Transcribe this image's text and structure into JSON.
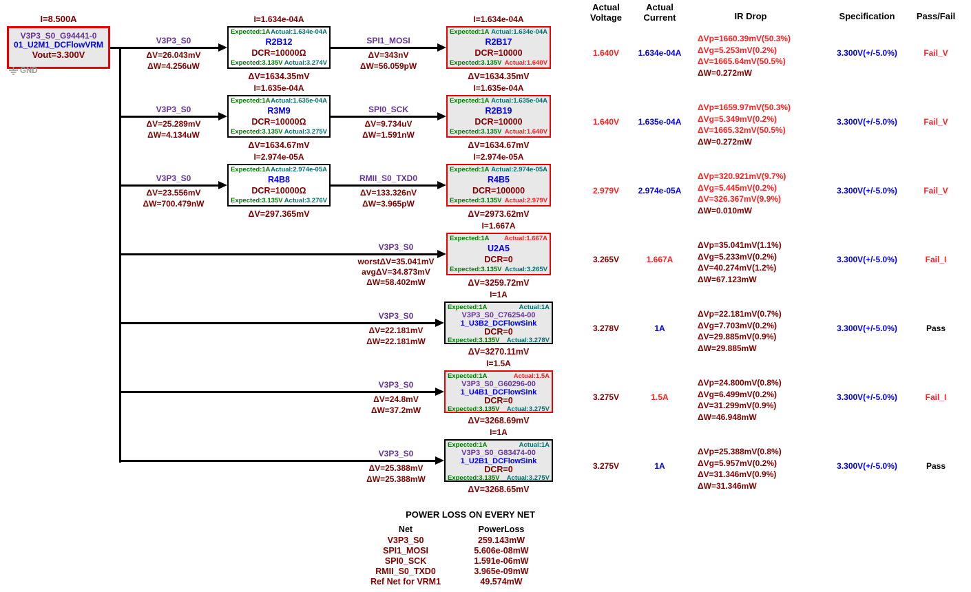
{
  "palette": {
    "maroon": "#800000",
    "red": "#ff2020",
    "borderred": "#ee0000",
    "blue": "#0000ee",
    "purple": "#663399",
    "green": "#007700",
    "teal": "#007070",
    "boxbg": "#e8e8e8",
    "gray": "#999999"
  },
  "vrm": {
    "current": "I=8.500A",
    "name1": "V3P3_S0_G94441-0",
    "name2": "01_U2M1_DCFlowVRM",
    "vout": "Vout=3.300V",
    "gnd_label": "GND"
  },
  "columns": {
    "voltage": "Actual\nVoltage",
    "current": "Actual\nCurrent",
    "ir": "IR Drop",
    "spec": "Specification",
    "passfail": "Pass/Fail"
  },
  "rows": [
    {
      "seg1": {
        "net": "V3P3_S0",
        "lines": [
          "ΔV=26.043mV",
          "ΔW=4.256uW"
        ]
      },
      "mid": {
        "i": "I=1.634e-04A",
        "exp_i": "Expected:1A",
        "act_i": "Actual:1.634e-04A",
        "act_i_c": "teal",
        "name": "R2B12",
        "dcr": "DCR=10000Ω",
        "exp_v": "Expected:3.135V",
        "act_v": "Actual:3.274V",
        "act_v_c": "teal",
        "dv": "ΔV=1634.35mV",
        "border_c": "b-black"
      },
      "seg2": {
        "net": "SPI1_MOSI",
        "lines": [
          "ΔV=343nV",
          "ΔW=56.059pW"
        ]
      },
      "end": {
        "i": "I=1.634e-04A",
        "exp_i": "Expected:1A",
        "act_i": "Actual:1.634e-04A",
        "act_i_c": "teal",
        "name": "R2B17",
        "dcr": "DCR=10000",
        "exp_v": "Expected:3.135V",
        "act_v": "Actual:1.640V",
        "act_v_c": "red",
        "dv": "ΔV=1634.35mV",
        "border_c": "b-red"
      },
      "report": {
        "voltage": "1.640V",
        "voltage_c": "red",
        "current": "1.634e-04A",
        "current_c": "blue",
        "ir": [
          {
            "t": "ΔVp=1660.39mV(50.3%)",
            "c": "red"
          },
          {
            "t": "ΔVg=5.253mV(0.2%)",
            "c": "red"
          },
          {
            "t": "ΔV=1665.64mV(50.5%)",
            "c": "red"
          },
          {
            "t": "ΔW=0.272mW",
            "c": "maroon"
          }
        ],
        "spec": "3.300V(+/-5.0%)",
        "result": "Fail_V",
        "result_c": "red"
      }
    },
    {
      "seg1": {
        "net": "V3P3_S0",
        "lines": [
          "ΔV=25.289mV",
          "ΔW=4.134uW"
        ]
      },
      "mid": {
        "i": "I=1.635e-04A",
        "exp_i": "Expected:1A",
        "act_i": "Actual:1.635e-04A",
        "act_i_c": "teal",
        "name": "R3M9",
        "dcr": "DCR=10000Ω",
        "exp_v": "Expected:3.135V",
        "act_v": "Actual:3.275V",
        "act_v_c": "teal",
        "dv": "ΔV=1634.67mV",
        "border_c": "b-black"
      },
      "seg2": {
        "net": "SPI0_SCK",
        "lines": [
          "ΔV=9.734uV",
          "ΔW=1.591nW"
        ]
      },
      "end": {
        "i": "I=1.635e-04A",
        "exp_i": "Expected:1A",
        "act_i": "Actual:1.635e-04A",
        "act_i_c": "teal",
        "name": "R2B19",
        "dcr": "DCR=10000",
        "exp_v": "Expected:3.135V",
        "act_v": "Actual:1.640V",
        "act_v_c": "red",
        "dv": "ΔV=1634.67mV",
        "border_c": "b-red"
      },
      "report": {
        "voltage": "1.640V",
        "voltage_c": "red",
        "current": "1.635e-04A",
        "current_c": "blue",
        "ir": [
          {
            "t": "ΔVp=1659.97mV(50.3%)",
            "c": "red"
          },
          {
            "t": "ΔVg=5.349mV(0.2%)",
            "c": "red"
          },
          {
            "t": "ΔV=1665.32mV(50.5%)",
            "c": "red"
          },
          {
            "t": "ΔW=0.272mW",
            "c": "maroon"
          }
        ],
        "spec": "3.300V(+/-5.0%)",
        "result": "Fail_V",
        "result_c": "red"
      }
    },
    {
      "seg1": {
        "net": "V3P3_S0",
        "lines": [
          "ΔV=23.556mV",
          "ΔW=700.479nW"
        ]
      },
      "mid": {
        "i": "I=2.974e-05A",
        "exp_i": "Expected:1A",
        "act_i": "Actual:2.974e-05A",
        "act_i_c": "teal",
        "name": "R4B8",
        "dcr": "DCR=10000Ω",
        "exp_v": "Expected:3.135V",
        "act_v": "Actual:3.276V",
        "act_v_c": "teal",
        "dv": "ΔV=297.365mV",
        "border_c": "b-black"
      },
      "seg2": {
        "net": "RMII_S0_TXD0",
        "lines": [
          "ΔV=133.326nV",
          "ΔW=3.965pW"
        ]
      },
      "end": {
        "i": "I=2.974e-05A",
        "exp_i": "Expected:1A",
        "act_i": "Actual:2.974e-05A",
        "act_i_c": "teal",
        "name": "R4B5",
        "dcr": "DCR=100000",
        "exp_v": "Expected:3.135V",
        "act_v": "Actual:2.979V",
        "act_v_c": "red",
        "dv": "ΔV=2973.62mV",
        "border_c": "b-red"
      },
      "report": {
        "voltage": "2.979V",
        "voltage_c": "red",
        "current": "2.974e-05A",
        "current_c": "blue",
        "ir": [
          {
            "t": "ΔVp=320.921mV(9.7%)",
            "c": "red"
          },
          {
            "t": "ΔVg=5.445mV(0.2%)",
            "c": "red"
          },
          {
            "t": "ΔV=326.367mV(9.9%)",
            "c": "red"
          },
          {
            "t": "ΔW=0.010mW",
            "c": "maroon"
          }
        ],
        "spec": "3.300V(+/-5.0%)",
        "result": "Fail_V",
        "result_c": "red"
      }
    },
    {
      "seg": {
        "net": "V3P3_S0",
        "lines": [
          "worstΔV=35.041mV",
          "avgΔV=34.873mV",
          "ΔW=58.402mW"
        ]
      },
      "end": {
        "i": "I=1.667A",
        "exp_i": "Expected:1A",
        "act_i": "Actual:1.667A",
        "act_i_c": "red",
        "name": "U2A5",
        "dcr": "DCR=0",
        "exp_v": "Expected:3.135V",
        "act_v": "Actual:3.265V",
        "act_v_c": "teal",
        "dv": "ΔV=3259.72mV",
        "border_c": "b-red"
      },
      "report": {
        "voltage": "3.265V",
        "voltage_c": "maroon",
        "current": "1.667A",
        "current_c": "red",
        "ir": [
          {
            "t": "ΔVp=35.041mV(1.1%)",
            "c": "maroon"
          },
          {
            "t": "ΔVg=5.233mV(0.2%)",
            "c": "maroon"
          },
          {
            "t": "ΔV=40.274mV(1.2%)",
            "c": "maroon"
          },
          {
            "t": "ΔW=67.123mW",
            "c": "maroon"
          }
        ],
        "spec": "3.300V(+/-5.0%)",
        "result": "Fail_I",
        "result_c": "red"
      }
    },
    {
      "seg": {
        "net": "V3P3_S0",
        "lines": [
          "ΔV=22.181mV",
          "ΔW=22.181mW"
        ]
      },
      "end": {
        "i": "I=1A",
        "exp_i": "Expected:1A",
        "act_i": "Actual:1A",
        "act_i_c": "teal",
        "name1": "V3P3_S0_C76254-00",
        "name2": "1_U3B2_DCFlowSink",
        "dcr": "DCR=0",
        "exp_v": "Expected:3.135V",
        "act_v": "Actual:3.278V",
        "act_v_c": "teal",
        "dv": "ΔV=3270.11mV",
        "border_c": "b-black"
      },
      "report": {
        "voltage": "3.278V",
        "voltage_c": "maroon",
        "current": "1A",
        "current_c": "blue",
        "ir": [
          {
            "t": "ΔVp=22.181mV(0.7%)",
            "c": "maroon"
          },
          {
            "t": "ΔVg=7.703mV(0.2%)",
            "c": "maroon"
          },
          {
            "t": "ΔV=29.885mV(0.9%)",
            "c": "maroon"
          },
          {
            "t": "ΔW=29.885mW",
            "c": "maroon"
          }
        ],
        "spec": "3.300V(+/-5.0%)",
        "result": "Pass",
        "result_c": "blk"
      }
    },
    {
      "seg": {
        "net": "V3P3_S0",
        "lines": [
          "ΔV=24.8mV",
          "ΔW=37.2mW"
        ]
      },
      "end": {
        "i": "I=1.5A",
        "exp_i": "Expected:1A",
        "act_i": "Actual:1.5A",
        "act_i_c": "red",
        "name1": "V3P3_S0_G60296-00",
        "name2": "1_U4B1_DCFlowSink",
        "dcr": "DCR=0",
        "exp_v": "Expected:3.135V",
        "act_v": "Actual:3.275V",
        "act_v_c": "teal",
        "dv": "ΔV=3268.69mV",
        "border_c": "b-red"
      },
      "report": {
        "voltage": "3.275V",
        "voltage_c": "maroon",
        "current": "1.5A",
        "current_c": "red",
        "ir": [
          {
            "t": "ΔVp=24.800mV(0.8%)",
            "c": "maroon"
          },
          {
            "t": "ΔVg=6.499mV(0.2%)",
            "c": "maroon"
          },
          {
            "t": "ΔV=31.299mV(0.9%)",
            "c": "maroon"
          },
          {
            "t": "ΔW=46.948mW",
            "c": "maroon"
          }
        ],
        "spec": "3.300V(+/-5.0%)",
        "result": "Fail_I",
        "result_c": "red"
      }
    },
    {
      "seg": {
        "net": "V3P3_S0",
        "lines": [
          "ΔV=25.388mV",
          "ΔW=25.388mW"
        ]
      },
      "end": {
        "i": "I=1A",
        "exp_i": "Expected:1A",
        "act_i": "Actual:1A",
        "act_i_c": "teal",
        "name1": "V3P3_S0_G83474-00",
        "name2": "1_U2B1_DCFlowSink",
        "dcr": "DCR=0",
        "exp_v": "Expected:3.135V",
        "act_v": "Actual:3.275V",
        "act_v_c": "teal",
        "dv": "ΔV=3268.65mV",
        "border_c": "b-black"
      },
      "report": {
        "voltage": "3.275V",
        "voltage_c": "maroon",
        "current": "1A",
        "current_c": "blue",
        "ir": [
          {
            "t": "ΔVp=25.388mV(0.8%)",
            "c": "maroon"
          },
          {
            "t": "ΔVg=5.957mV(0.2%)",
            "c": "maroon"
          },
          {
            "t": "ΔV=31.346mV(0.9%)",
            "c": "maroon"
          },
          {
            "t": "ΔW=31.346mW",
            "c": "maroon"
          }
        ],
        "spec": "3.300V(+/-5.0%)",
        "result": "Pass",
        "result_c": "blk"
      }
    }
  ],
  "power_loss": {
    "title": "POWER LOSS ON EVERY NET",
    "net_header": "Net",
    "loss_header": "PowerLoss",
    "rows": [
      {
        "net": "V3P3_S0",
        "loss": "259.143mW"
      },
      {
        "net": "SPI1_MOSI",
        "loss": "5.606e-08mW"
      },
      {
        "net": "SPI0_SCK",
        "loss": "1.591e-06mW"
      },
      {
        "net": "RMII_S0_TXD0",
        "loss": "3.965e-09mW"
      },
      {
        "net": "Ref Net for VRM1",
        "loss": "49.574mW"
      }
    ]
  }
}
